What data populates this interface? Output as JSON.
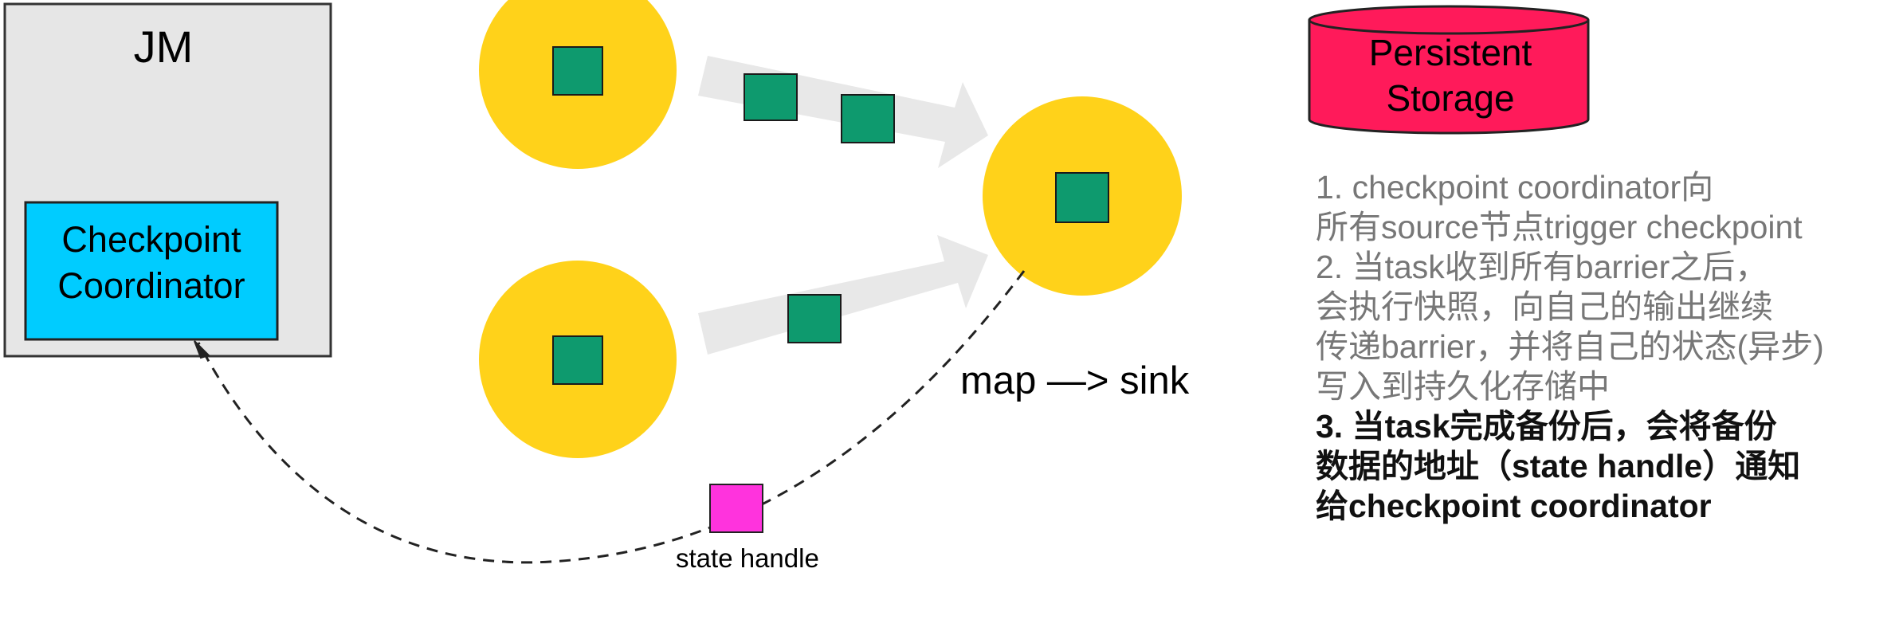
{
  "jm": {
    "title": "JM",
    "coordinator_label_line1": "Checkpoint",
    "coordinator_label_line2": "Coordinator"
  },
  "storage": {
    "label_line1": "Persistent",
    "label_line2": "Storage"
  },
  "labels": {
    "map_sink": "map —> sink",
    "state_handle": "state handle"
  },
  "notes": {
    "step1_line1": "1. checkpoint coordinator向",
    "step1_line2": "所有source节点trigger checkpoint",
    "step2_line1": "2. 当task收到所有barrier之后，",
    "step2_line2": "会执行快照，向自己的输出继续",
    "step2_line3": "传递barrier，并将自己的状态(异步)",
    "step2_line4": "写入到持久化存储中",
    "step3_line1": "3. 当task完成备份后，会将备份",
    "step3_line2": "数据的地址（state handle）通知",
    "step3_line3": "给checkpoint coordinator"
  },
  "colors": {
    "jm_box": "#e6e6e6",
    "coordinator_box": "#00ccff",
    "task_node": "#ffd21a",
    "barrier_square": "#0e9a6e",
    "flow_arrow": "#e8e8e8",
    "storage": "#ff1a5a",
    "state_handle_square": "#ff33dd",
    "note_text": "#777777"
  }
}
